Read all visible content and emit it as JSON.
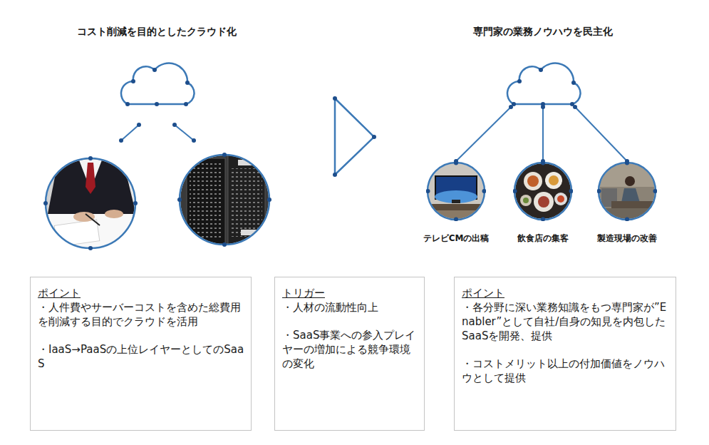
{
  "diagram": {
    "nodes": [
      {
        "text": [
          "コスト削減を目的としたクラウド化"
        ]
      },
      {
        "text": [
          "専門家の業務ノウハウを民主化"
        ]
      },
      {
        "text": [
          "テレビCMの出稿"
        ]
      },
      {
        "text": [
          "飲食店の集客"
        ]
      },
      {
        "text": [
          "製造現場の改善"
        ]
      },
      {
        "text": [
          "ポイント",
          "・人件費やサーバーコストを含めた総費用を削減する目的でクラウドを活用",
          "・IaaS→PaaSの上位レイヤーとしてのSaaS"
        ]
      },
      {
        "text": [
          "トリガー",
          "・人材の流動性向上",
          "・SaaS事業への参入プレイヤーの増加による競争環境の変化"
        ]
      },
      {
        "text": [
          "ポイント",
          "・各分野に深い業務知識をもつ専門家が”Enabler”として自社/自身の知見を内包したSaaSを開発、提供",
          "・コストメリット以上の付加価値をノウハウとして提供"
        ]
      }
    ],
    "edges": [
      {
        "from": 1,
        "to": 2,
        "arrow": "none"
      },
      {
        "from": 1,
        "to": 3,
        "arrow": "none"
      },
      {
        "from": 1,
        "to": 4,
        "arrow": "none"
      }
    ]
  }
}
